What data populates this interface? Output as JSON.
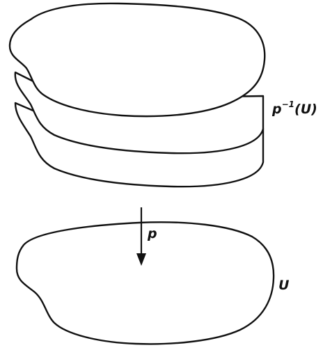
{
  "labels": {
    "preimage_prefix": "p",
    "preimage_exponent": "−1",
    "preimage_suffix": "(U)",
    "map": "p",
    "base": "U"
  },
  "colors": {
    "ink": "#111111",
    "background": "#ffffff"
  }
}
